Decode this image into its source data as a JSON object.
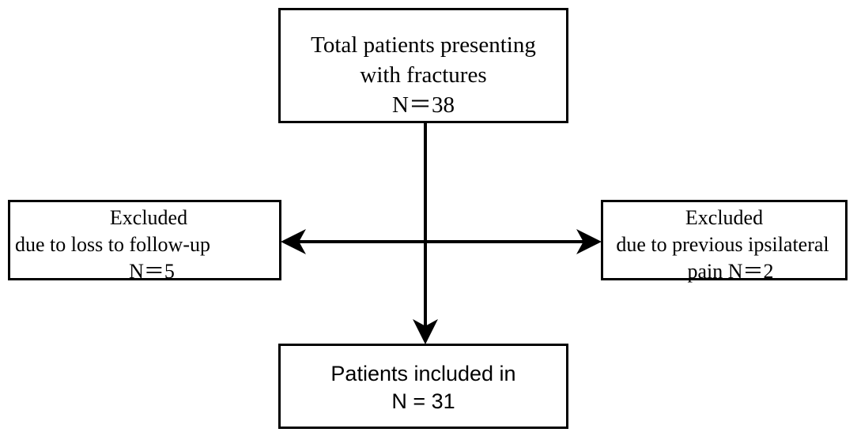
{
  "nodes": {
    "total": {
      "line1": "Total patients presenting",
      "line2": "with  fractures",
      "line3": "N＝38"
    },
    "excluded_left": {
      "line1": "Excluded",
      "line2": "due to loss to follow-up",
      "line3": "N＝5"
    },
    "excluded_right": {
      "line1": "Excluded",
      "line2": "due to previous ipsilateral",
      "line3": "pain  N＝2"
    },
    "included": {
      "line1": "Patients included in",
      "line2": "N = 31"
    }
  },
  "edges": [
    {
      "from": "total",
      "to": "included"
    },
    {
      "from": "total",
      "to": "excluded_left"
    },
    {
      "from": "total",
      "to": "excluded_right"
    }
  ],
  "colors": {
    "stroke": "#000000",
    "background": "#ffffff"
  }
}
